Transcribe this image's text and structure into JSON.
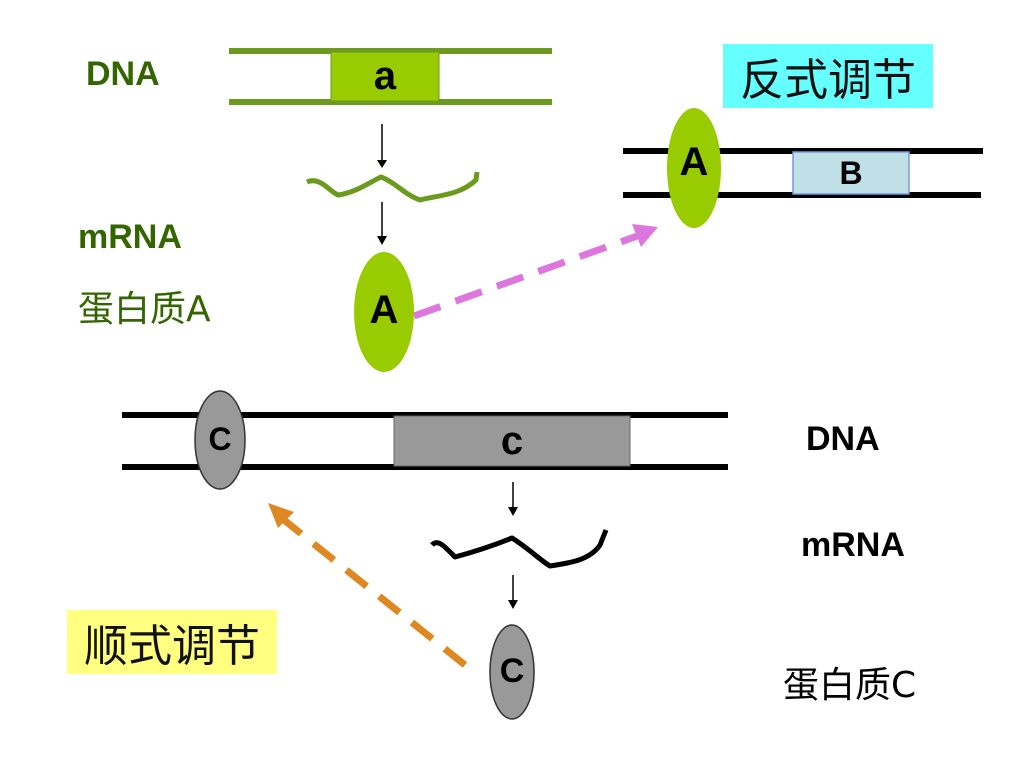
{
  "colors": {
    "upper_dna_strand": "#6b9a1e",
    "gene_a_fill": "#99cc00",
    "protein_a_fill": "#99cc00",
    "label_green": "#336600",
    "reverse_title_bg": "#66ffff",
    "forward_title_bg": "#ffff80",
    "gene_b_fill": "#bfe0e6",
    "gene_c_fill": "#999999",
    "protein_c_fill": "#999999",
    "dashed_arrow_reverse": "#dd77dd",
    "dashed_arrow_forward": "#dd8822"
  },
  "upper": {
    "dna_label": "DNA",
    "mrna_label": "mRNA",
    "protein_label": "蛋白质A",
    "gene_label": "a",
    "protein_glyph": "A"
  },
  "reverse_regulation": {
    "title": "反式调节",
    "bound_protein": "A",
    "target_gene": "B"
  },
  "lower": {
    "dna_label": "DNA",
    "mrna_label": "mRNA",
    "protein_label": "蛋白质C",
    "gene_label": "c",
    "protein_glyph": "C",
    "bound_protein": "C"
  },
  "forward_regulation": {
    "title": "顺式调节"
  }
}
